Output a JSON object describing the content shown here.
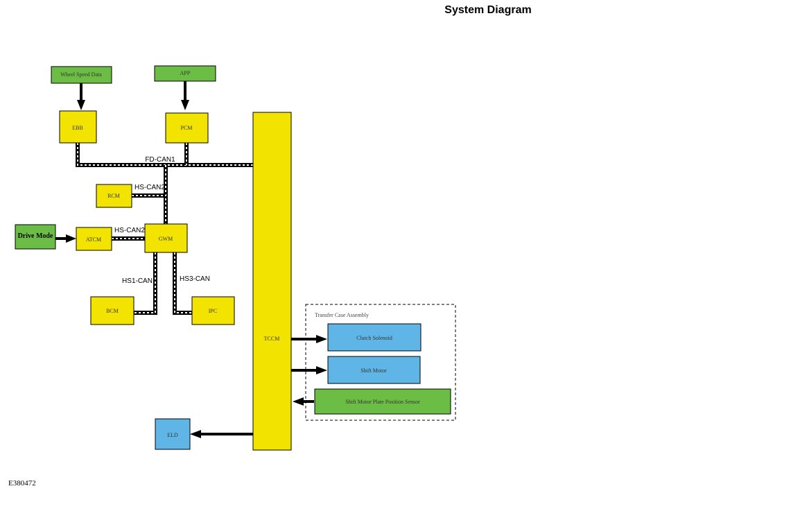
{
  "title": "System Diagram",
  "doc_id": "E380472",
  "group": {
    "label": "Transfer Case Assembly"
  },
  "modules": {
    "wheel_speed": "Wheel Speed Data",
    "app": "APP",
    "ebb": "EBB",
    "pcm": "PCM",
    "rcm": "RCM",
    "drive_mode": "Drive Mode",
    "atcm": "ATCM",
    "gwm": "GWM",
    "bcm": "BCM",
    "ipc": "IPC",
    "tccm": "TCCM",
    "eld": "ELD",
    "clutch_solenoid": "Clutch Solenoid",
    "shift_motor": "Shift Motor",
    "shift_motor_sensor": "Shift Motor Plate Position Sensor"
  },
  "buses": {
    "fd_can1": "FD-CAN1",
    "hs_can2_rcm": "HS-CAN2",
    "hs_can2_atcm": "HS-CAN2",
    "hs1_can": "HS1-CAN",
    "hs3_can": "HS3-CAN"
  },
  "colors": {
    "module": "#f3e300",
    "input": "#6cbd45",
    "actuator": "#5fb6e6"
  }
}
